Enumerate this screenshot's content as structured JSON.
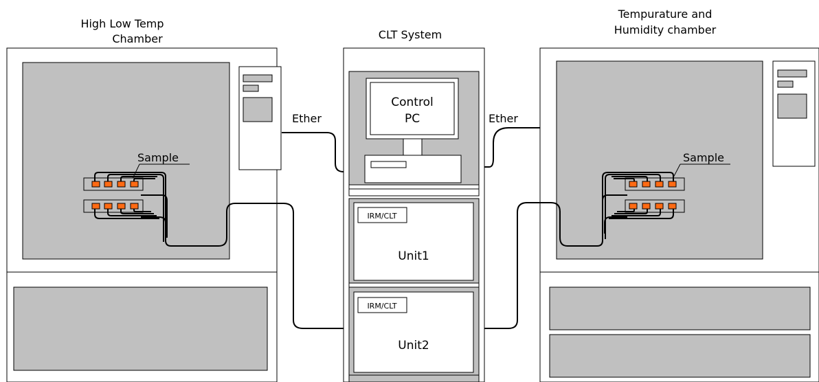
{
  "left_chamber": {
    "title_line1": "High Low Temp",
    "title_line2": "Chamber",
    "sample_label": "Sample"
  },
  "center_system": {
    "title": "CLT  System",
    "pc_label_line1": "Control",
    "pc_label_line2": "PC",
    "units": [
      {
        "tag": "IRM/CLT",
        "label": "Unit1"
      },
      {
        "tag": "IRM/CLT",
        "label": "Unit2"
      }
    ]
  },
  "right_chamber": {
    "title_line1": "Tempurature and",
    "title_line2": "Humidity chamber",
    "sample_label": "Sample"
  },
  "connections": {
    "left_ether_label": "Ether",
    "right_ether_label": "Ether"
  },
  "colors": {
    "chamber_gray": "#c0c0c0",
    "sample_orange": "#ff6a13",
    "outline": "#000000",
    "rack_light": "#dcdcdc"
  }
}
